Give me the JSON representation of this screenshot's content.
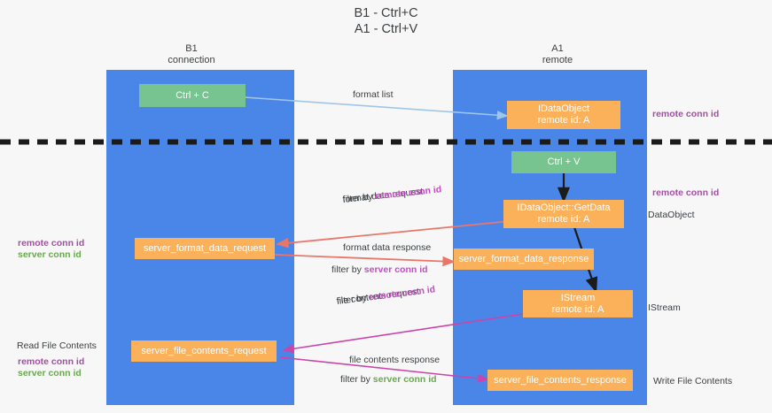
{
  "title": {
    "line1": "B1 - Ctrl+C",
    "line2": "A1 - Ctrl+V"
  },
  "columns": [
    {
      "name": "B1",
      "role": "connection"
    },
    {
      "name": "A1",
      "role": "remote"
    }
  ],
  "boxes": {
    "ctrl_c": {
      "line1": "Ctrl + C"
    },
    "idataobject": {
      "line1": "IDataObject",
      "line2": "remote id: A"
    },
    "ctrl_v": {
      "line1": "Ctrl + V"
    },
    "getdata": {
      "line1": "IDataObject::GetData",
      "line2": "remote id: A"
    },
    "server_format_data_request": {
      "line1": "server_format_data_request"
    },
    "server_format_data_response": {
      "line1": "server_format_data_response"
    },
    "istream": {
      "line1": "IStream",
      "line2": "remote id: A"
    },
    "server_file_contents_request": {
      "line1": "server_file_contents_request"
    },
    "server_file_contents_response": {
      "line1": "server_file_contents_response"
    }
  },
  "edge_labels": {
    "format_list": "format list",
    "format_data_request": "format data request",
    "format_data_request_filter_prefix": "filter by ",
    "format_data_request_filter_key": "remote conn id",
    "format_data_response": "format data response",
    "format_data_response_filter_prefix": "filter by ",
    "format_data_response_filter_key": "server conn id",
    "file_contents_request": "file contents request",
    "file_contents_request_filter_prefix": "filter by ",
    "file_contents_request_filter_key": "remote conn id",
    "file_contents_response": "file contents response",
    "file_contents_response_filter_prefix": "filter by ",
    "file_contents_response_filter_key": "server conn id"
  },
  "annotations": {
    "right_remote_conn_id_top": "remote conn id",
    "right_remote_conn_id_mid": "remote conn id",
    "right_dataobject": "DataObject",
    "right_istream": "IStream",
    "right_write_file_contents": "Write File Contents",
    "left_remote_conn_id_mid": "remote conn id",
    "left_server_conn_id_mid": "server conn id",
    "left_read_file_contents": "Read File Contents",
    "left_remote_conn_id_bottom": "remote conn id",
    "left_server_conn_id_bottom": "server conn id"
  },
  "colors": {
    "lane": "#4a86e8",
    "green_box": "#77c490",
    "orange_box": "#fbb05a",
    "background": "#f7f7f7",
    "purple": "#a64ca6",
    "green_text": "#6aa84f",
    "arrow_blue": "#9fc5e8",
    "arrow_red": "#e8776a",
    "arrow_magenta": "#cc44aa",
    "arrow_black": "#1b1b1b"
  }
}
